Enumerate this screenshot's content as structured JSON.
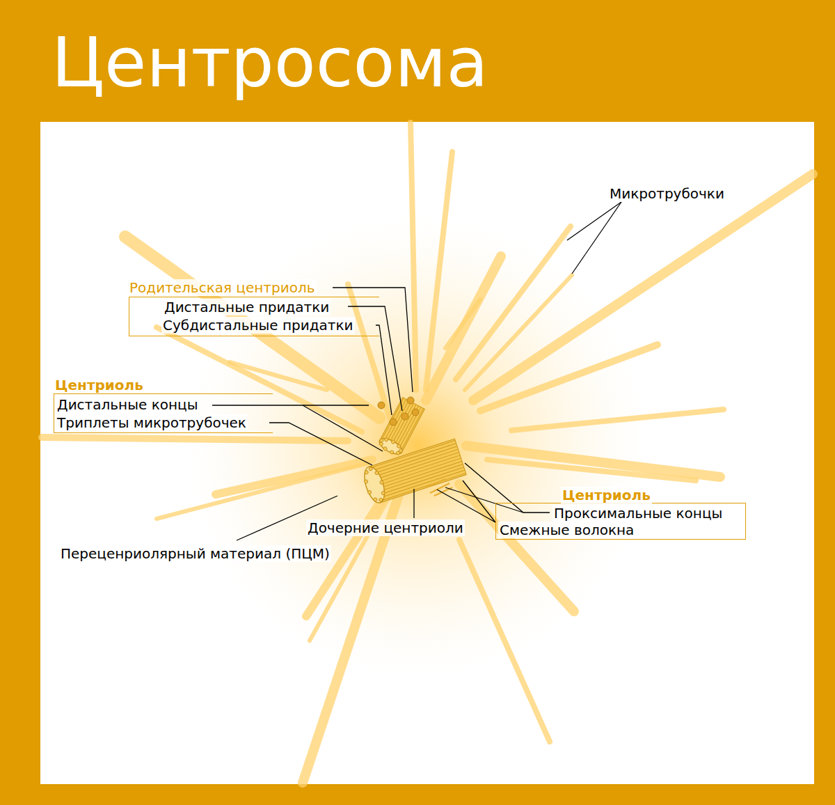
{
  "diagram": {
    "title": "Центросома",
    "nodes": [
      {
        "text": [
          "Родительская центриоль",
          "Дистальные придатки",
          "Субдистальные придатки"
        ]
      },
      {
        "text": [
          "Центриоль",
          "Дистальные концы",
          "Триплеты микротрубочек"
        ]
      },
      {
        "text": [
          "Центриоль",
          "Проксимальные концы",
          "Смежные волокна"
        ]
      }
    ],
    "labels": [
      "Микротрубочки",
      "Дочерние центриоли",
      "Переценриолярный материал (ПЦМ)"
    ]
  }
}
